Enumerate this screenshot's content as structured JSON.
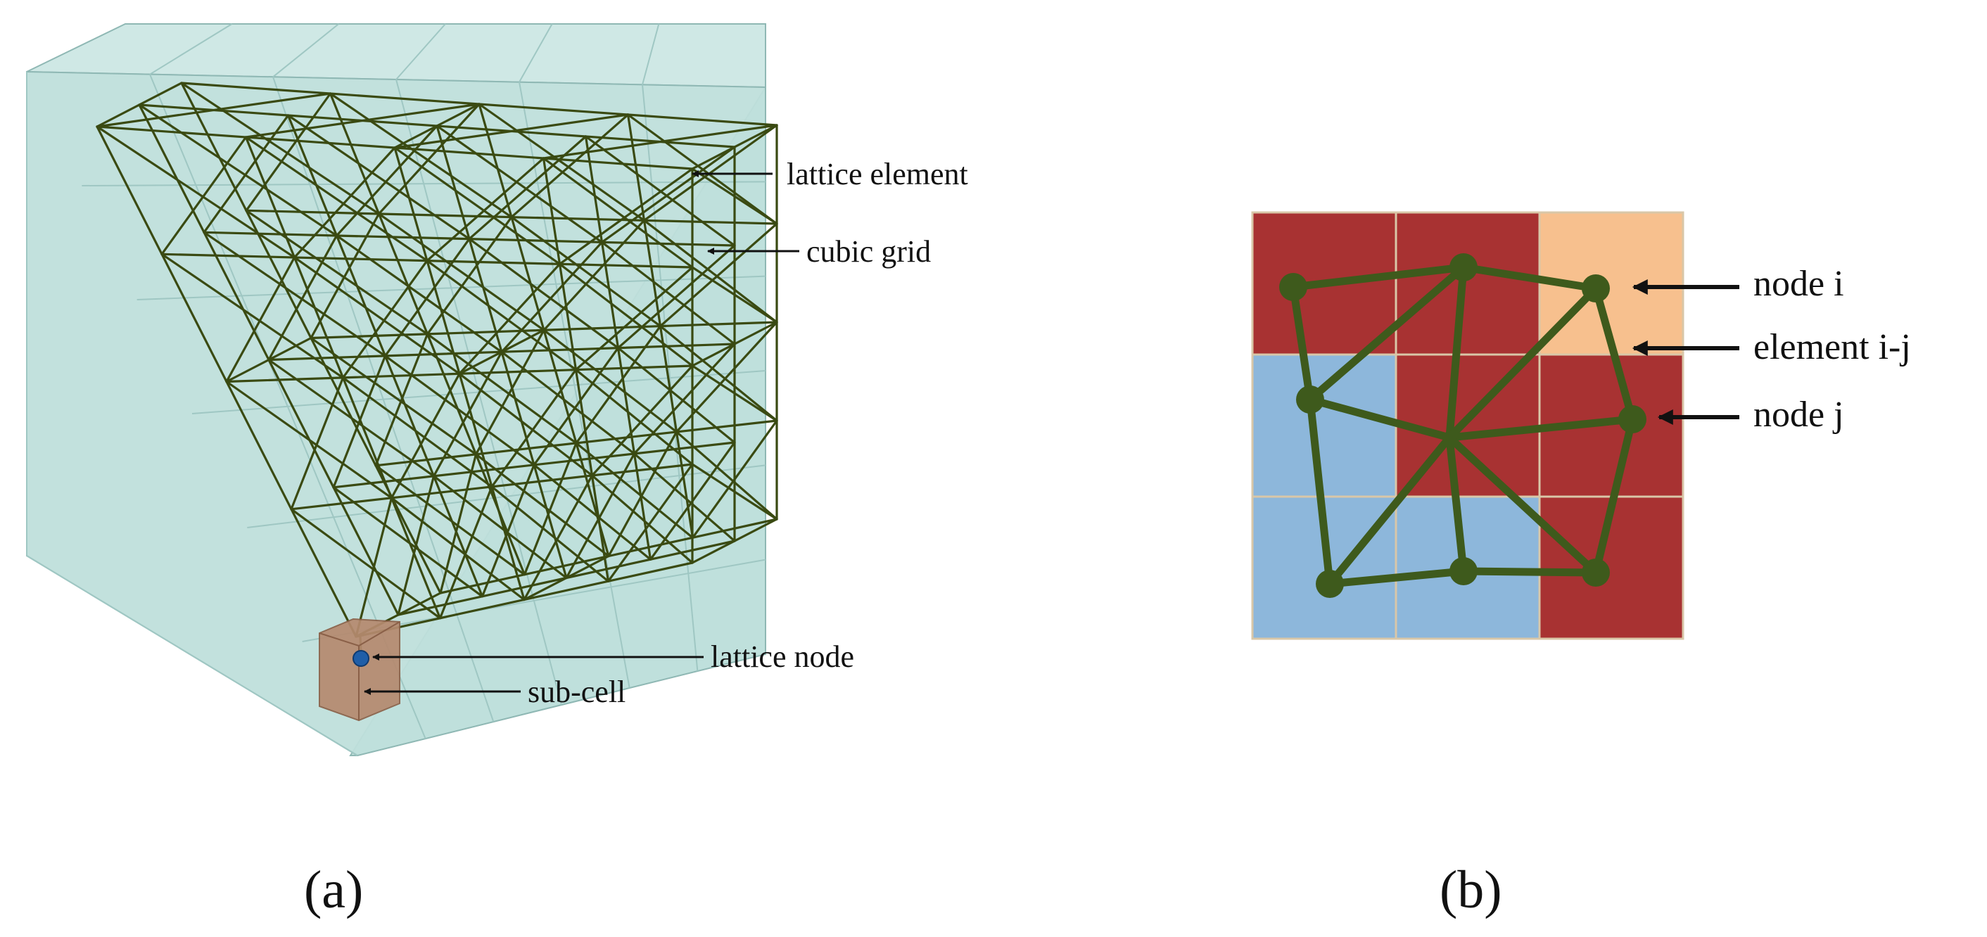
{
  "panel_a": {
    "caption": "(a)",
    "labels": {
      "lattice_element": "lattice element",
      "cubic_grid": "cubic grid",
      "lattice_node": "lattice node",
      "sub_cell": "sub-cell"
    }
  },
  "panel_b": {
    "caption": "(b)",
    "labels": {
      "node_i": "node i",
      "element_ij": "element i-j",
      "node_j": "node j"
    },
    "cell_colors": [
      [
        "red",
        "red",
        "peach"
      ],
      [
        "blue",
        "red",
        "red"
      ],
      [
        "blue",
        "blue",
        "red"
      ]
    ]
  },
  "colors": {
    "cube_fill": "#bfe0dc",
    "cube_edge": "#8fb8b4",
    "lattice": "#3a4a12",
    "subcell": "#b58a6f",
    "node_dot": "#1f5ea8",
    "red": "#a83232",
    "peach": "#f7c08e",
    "blue": "#8db7db",
    "grid_line": "#d9c7a8",
    "mesh": "#3e5a1c"
  }
}
